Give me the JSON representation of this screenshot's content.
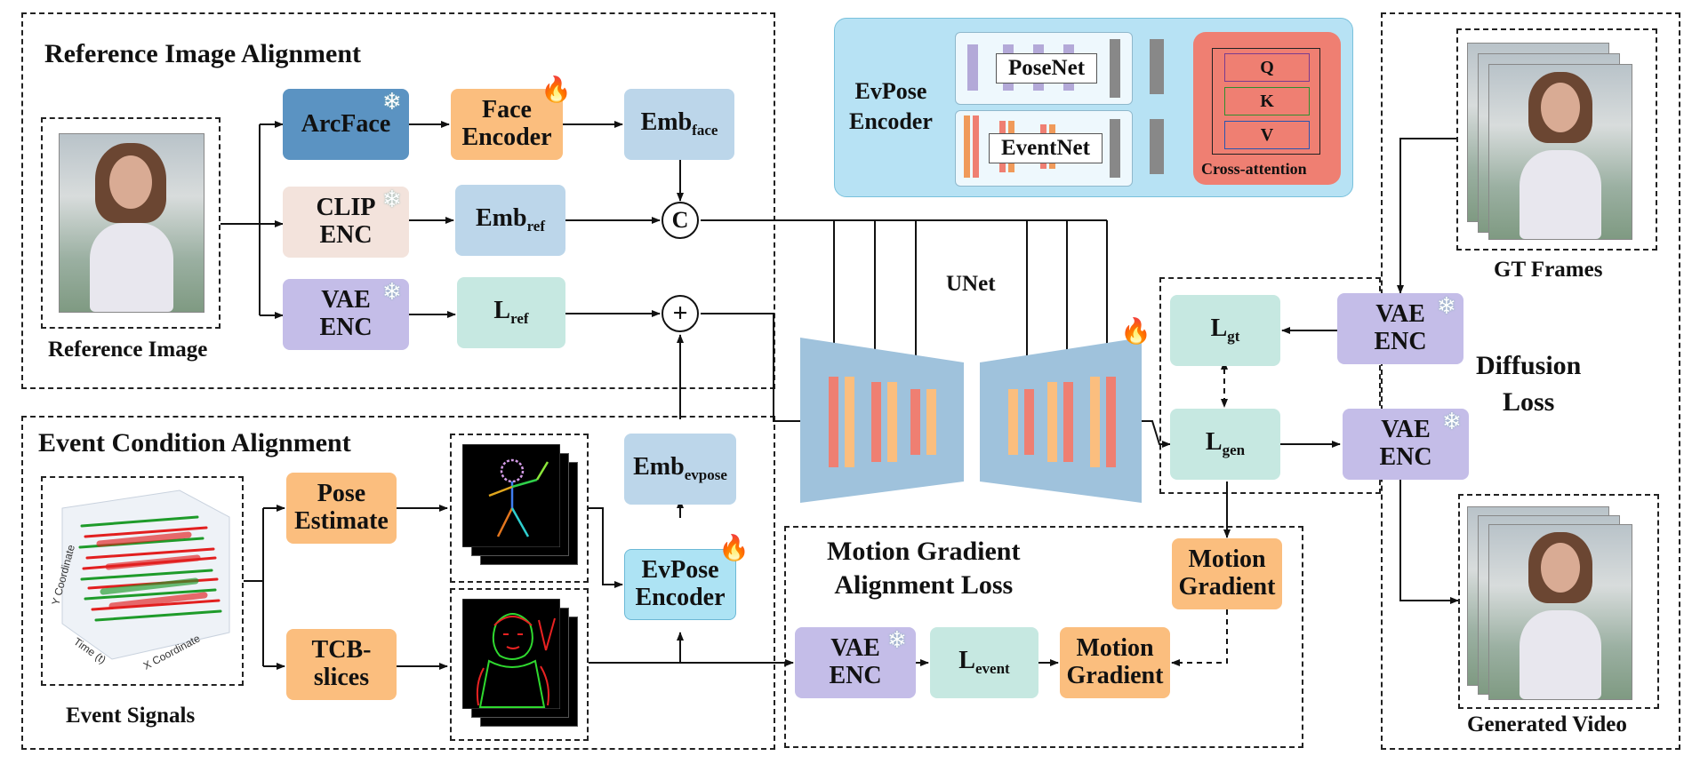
{
  "colors": {
    "arcface": "#5b93c2",
    "trainable": "#fbbe7e",
    "embedding": "#bcd6ea",
    "clip": "#f3e3dc",
    "vae": "#c4bde8",
    "latent": "#c6e8e1",
    "evpose_encoder": "#ade3f4",
    "unet": "#9fc2dc",
    "cross_attention": "#ef7f72"
  },
  "icons": {
    "frozen": "snowflake-icon",
    "trainable": "flame-icon"
  },
  "sections": {
    "reference": "Reference Image Alignment",
    "event": "Event Condition Alignment",
    "motion": "Motion Gradient\nAlignment Loss",
    "diffusion": "Diffusion\nLoss"
  },
  "captions": {
    "reference_image": "Reference Image",
    "event_signals": "Event Signals",
    "gt_frames": "GT Frames",
    "generated_video": "Generated Video",
    "unet": "UNet"
  },
  "blocks": {
    "arcface": "ArcFace",
    "face_encoder": "Face\nEncoder",
    "emb_face": {
      "main": "Emb",
      "sub": "face"
    },
    "clip_enc": "CLIP\nENC",
    "emb_ref": {
      "main": "Emb",
      "sub": "ref"
    },
    "vae_enc": "VAE\nENC",
    "l_ref": {
      "main": "L",
      "sub": "ref"
    },
    "concat": "C",
    "add": "+",
    "pose_estimate": "Pose\nEstimate",
    "tcb_slices": "TCB-\nslices",
    "emb_evpose": {
      "main": "Emb",
      "sub": "evpose"
    },
    "evpose_encoder": "EvPose\nEncoder",
    "l_gt": {
      "main": "L",
      "sub": "gt"
    },
    "l_gen": {
      "main": "L",
      "sub": "gen"
    },
    "l_event": {
      "main": "L",
      "sub": "event"
    },
    "motion_gradient": "Motion\nGradient"
  },
  "evpose_panel": {
    "title": "EvPose\nEncoder",
    "posenet": "PoseNet",
    "eventnet": "EventNet",
    "q": "Q",
    "k": "K",
    "v": "V",
    "cross_attention": "Cross-attention"
  },
  "event_plot_axes": {
    "y": "Y Coordinate",
    "t": "Time (t)",
    "x": "X Coordinate"
  }
}
